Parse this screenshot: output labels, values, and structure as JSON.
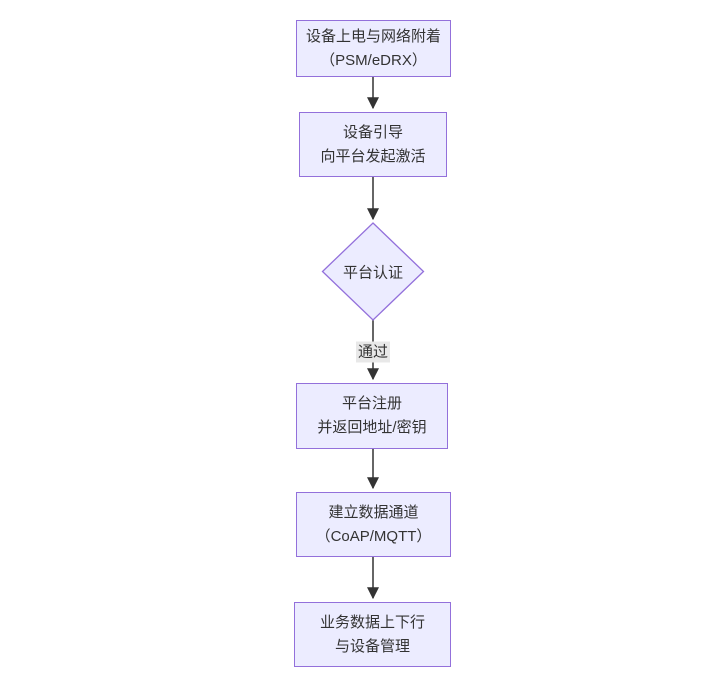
{
  "flowchart": {
    "nodes": {
      "power_on": {
        "line1": "设备上电与网络附着",
        "line2": "（PSM/eDRX）"
      },
      "bootstrap": {
        "line1": "设备引导",
        "line2": "向平台发起激活"
      },
      "auth_decision": {
        "label": "平台认证"
      },
      "register": {
        "line1": "平台注册",
        "line2": "并返回地址/密钥"
      },
      "data_channel": {
        "line1": "建立数据通道",
        "line2": "（CoAP/MQTT）"
      },
      "business": {
        "line1": "业务数据上下行",
        "line2": "与设备管理"
      }
    },
    "edge_labels": {
      "auth_pass": "通过"
    },
    "colors": {
      "node_fill": "#ECECFF",
      "node_border": "#9370DB",
      "text": "#333333",
      "arrow": "#333333",
      "edge_label_bg": "#e8e8e8",
      "background": "#ffffff"
    }
  }
}
